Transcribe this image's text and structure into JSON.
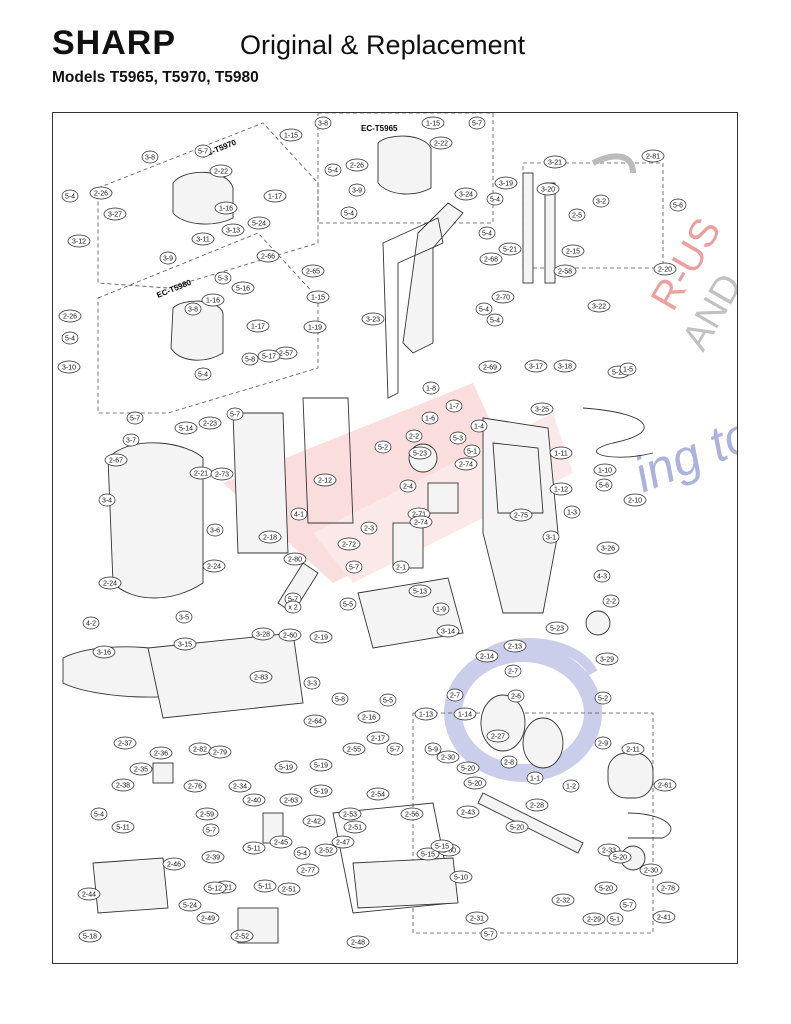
{
  "header": {
    "brand": "SHARP",
    "title": "Original & Replacement",
    "models": "Models T5965, T5970, T5980"
  },
  "watermark": {
    "line1": "R-US",
    "line2": "AND",
    "line3": "ing to"
  },
  "groups": {
    "ec_t5970": "EC-T5970",
    "ec_t5965": "EC-T5965",
    "ec_t5980": "EC-T5980"
  },
  "labels": [
    "1-15",
    "3-8",
    "2-26",
    "5-7",
    "5-4",
    "2-22",
    "1-17",
    "3-27",
    "1-16",
    "5-24",
    "3-12",
    "3-13",
    "3-11",
    "3-9",
    "3-8",
    "1-15",
    "5-7",
    "2-22",
    "2-26",
    "5-4",
    "3-9",
    "5-4",
    "2-66",
    "2-65",
    "5-3",
    "5-16",
    "1-15",
    "1-16",
    "3-8",
    "2-26",
    "1-17",
    "1-19",
    "5-4",
    "2-57",
    "3-10",
    "5-8",
    "5-17",
    "5-4",
    "3-21",
    "2-81",
    "3-19",
    "3-20",
    "3-24",
    "5-4",
    "3-2",
    "5-6",
    "2-5",
    "5-4",
    "5-21",
    "2-68",
    "2-15",
    "2-20",
    "2-58",
    "2-70",
    "3-22",
    "3-23",
    "5-4",
    "5-4",
    "3-17",
    "3-18",
    "2-69",
    "5-22",
    "1-5",
    "1-8",
    "1-7",
    "1-6",
    "5-3",
    "1-4",
    "3-25",
    "2-2",
    "5-2",
    "5-23",
    "5-1",
    "2-74",
    "1-11",
    "1-10",
    "1-12",
    "5-6",
    "2-10",
    "5-7",
    "5-14",
    "2-23",
    "5-7",
    "3-7",
    "2-67",
    "2-21",
    "2-73",
    "2-12",
    "2-4",
    "3-4",
    "3-6",
    "4-1",
    "2-18",
    "2-3",
    "2-72",
    "2-71",
    "2-74",
    "2-75",
    "1-3",
    "3-1",
    "3-26",
    "2-1",
    "4-3",
    "2-80",
    "5-7",
    "x 2",
    "5-7",
    "2-24",
    "2-24",
    "3-5",
    "4-2",
    "5-5",
    "5-13",
    "1-9",
    "3-15",
    "3-28",
    "2-60",
    "2-19",
    "3-14",
    "2-2",
    "5-23",
    "2-13",
    "2-14",
    "3-29",
    "3-16",
    "2-83",
    "3-3",
    "5-8",
    "2-7",
    "2-7",
    "2-6",
    "5-2",
    "2-16",
    "2-64",
    "5-5",
    "1-13",
    "1-14",
    "2-17",
    "5-7",
    "2-37",
    "2-36",
    "2-82",
    "2-79",
    "5-19",
    "2-55",
    "2-27",
    "5-9",
    "2-30",
    "2-9",
    "2-11",
    "2-8",
    "5-20",
    "2-35",
    "2-38",
    "2-76",
    "2-34",
    "2-40",
    "5-19",
    "2-54",
    "1-1",
    "1-2",
    "5-20",
    "2-61",
    "5-4",
    "2-59",
    "2-63",
    "2-53",
    "2-56",
    "2-43",
    "2-28",
    "5-19",
    "5-11",
    "5-7",
    "2-42",
    "2-51",
    "5-20",
    "2-45",
    "2-47",
    "2-52",
    "5-15",
    "2-50",
    "5-15",
    "2-33",
    "5-11",
    "5-4",
    "5-20",
    "2-39",
    "2-77",
    "2-30",
    "2-46",
    "5-21",
    "5-12",
    "5-11",
    "2-51",
    "5-10",
    "5-20",
    "2-78",
    "2-44",
    "5-24",
    "2-32",
    "5-7",
    "2-49",
    "2-31",
    "2-29",
    "5-1",
    "2-41",
    "2-52",
    "5-7",
    "5-18",
    "2-48"
  ]
}
